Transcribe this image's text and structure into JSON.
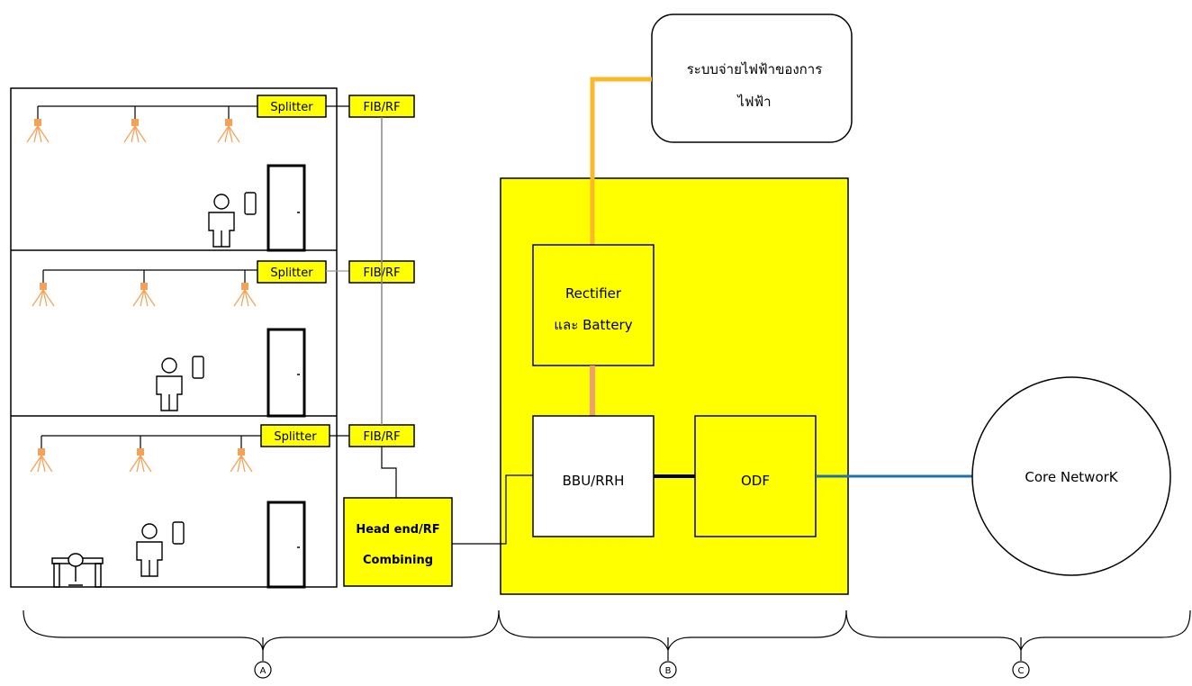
{
  "power_supply": {
    "line1": "ระบบจ่ายไฟฟ้าของการ",
    "line2": "ไฟฟ้า"
  },
  "floors": [
    {
      "splitter": "Splitter",
      "fib": "FIB/RF"
    },
    {
      "splitter": "Splitter",
      "fib": "FIB/RF"
    },
    {
      "splitter": "Splitter",
      "fib": "FIB/RF"
    }
  ],
  "head_end": {
    "line1": "Head end/RF",
    "line2": "Combining"
  },
  "rectifier": {
    "line1": "Rectifier",
    "line2": "และ Battery"
  },
  "bbu": "BBU/RRH",
  "odf": "ODF",
  "core": "Core NetworK",
  "sections": [
    "A",
    "B",
    "C"
  ],
  "colors": {
    "equipment_fill": "#ffff00",
    "power_line": "#fbb829",
    "dc_line": "#f0a070",
    "core_link": "#1f6fb5",
    "antenna": "#f4a259"
  }
}
